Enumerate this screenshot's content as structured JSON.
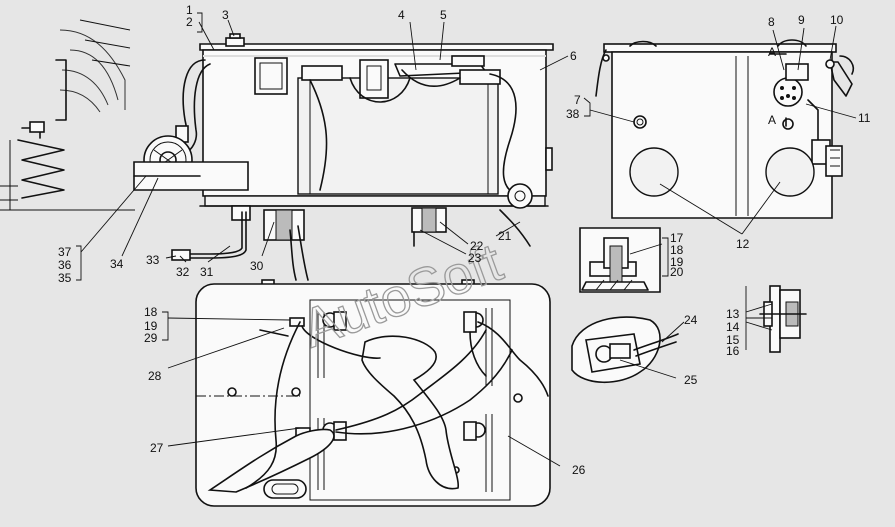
{
  "watermark": "AutoSoft",
  "section_labels": {
    "a_top": "А",
    "a_arrow": "А"
  },
  "callouts": [
    {
      "id": "c1",
      "text": "1"
    },
    {
      "id": "c2",
      "text": "2"
    },
    {
      "id": "c3",
      "text": "3"
    },
    {
      "id": "c4",
      "text": "4"
    },
    {
      "id": "c5",
      "text": "5"
    },
    {
      "id": "c6",
      "text": "6"
    },
    {
      "id": "c7",
      "text": "7"
    },
    {
      "id": "c38",
      "text": "38"
    },
    {
      "id": "c8",
      "text": "8"
    },
    {
      "id": "c9",
      "text": "9"
    },
    {
      "id": "c10",
      "text": "10"
    },
    {
      "id": "c11",
      "text": "11"
    },
    {
      "id": "c12",
      "text": "12"
    },
    {
      "id": "c13",
      "text": "13"
    },
    {
      "id": "c14",
      "text": "14"
    },
    {
      "id": "c15",
      "text": "15"
    },
    {
      "id": "c16",
      "text": "16"
    },
    {
      "id": "c17",
      "text": "17"
    },
    {
      "id": "c18a",
      "text": "18"
    },
    {
      "id": "c19a",
      "text": "19"
    },
    {
      "id": "c20",
      "text": "20"
    },
    {
      "id": "c21",
      "text": "21"
    },
    {
      "id": "c22",
      "text": "22"
    },
    {
      "id": "c23",
      "text": "23"
    },
    {
      "id": "c24",
      "text": "24"
    },
    {
      "id": "c25",
      "text": "25"
    },
    {
      "id": "c26",
      "text": "26"
    },
    {
      "id": "c27",
      "text": "27"
    },
    {
      "id": "c28",
      "text": "28"
    },
    {
      "id": "c18b",
      "text": "18"
    },
    {
      "id": "c19b",
      "text": "19"
    },
    {
      "id": "c29",
      "text": "29"
    },
    {
      "id": "c30",
      "text": "30"
    },
    {
      "id": "c31",
      "text": "31"
    },
    {
      "id": "c32",
      "text": "32"
    },
    {
      "id": "c33",
      "text": "33"
    },
    {
      "id": "c34",
      "text": "34"
    },
    {
      "id": "c35",
      "text": "35"
    },
    {
      "id": "c36",
      "text": "36"
    },
    {
      "id": "c37",
      "text": "37"
    }
  ]
}
